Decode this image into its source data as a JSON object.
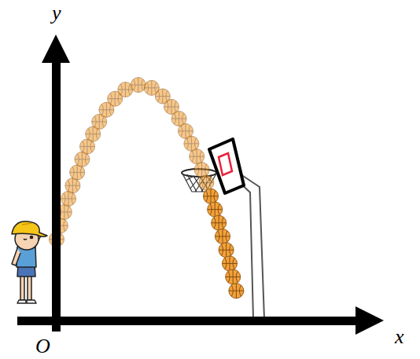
{
  "diagram": {
    "labels": [
      "y",
      "x",
      "O"
    ]
  }
}
